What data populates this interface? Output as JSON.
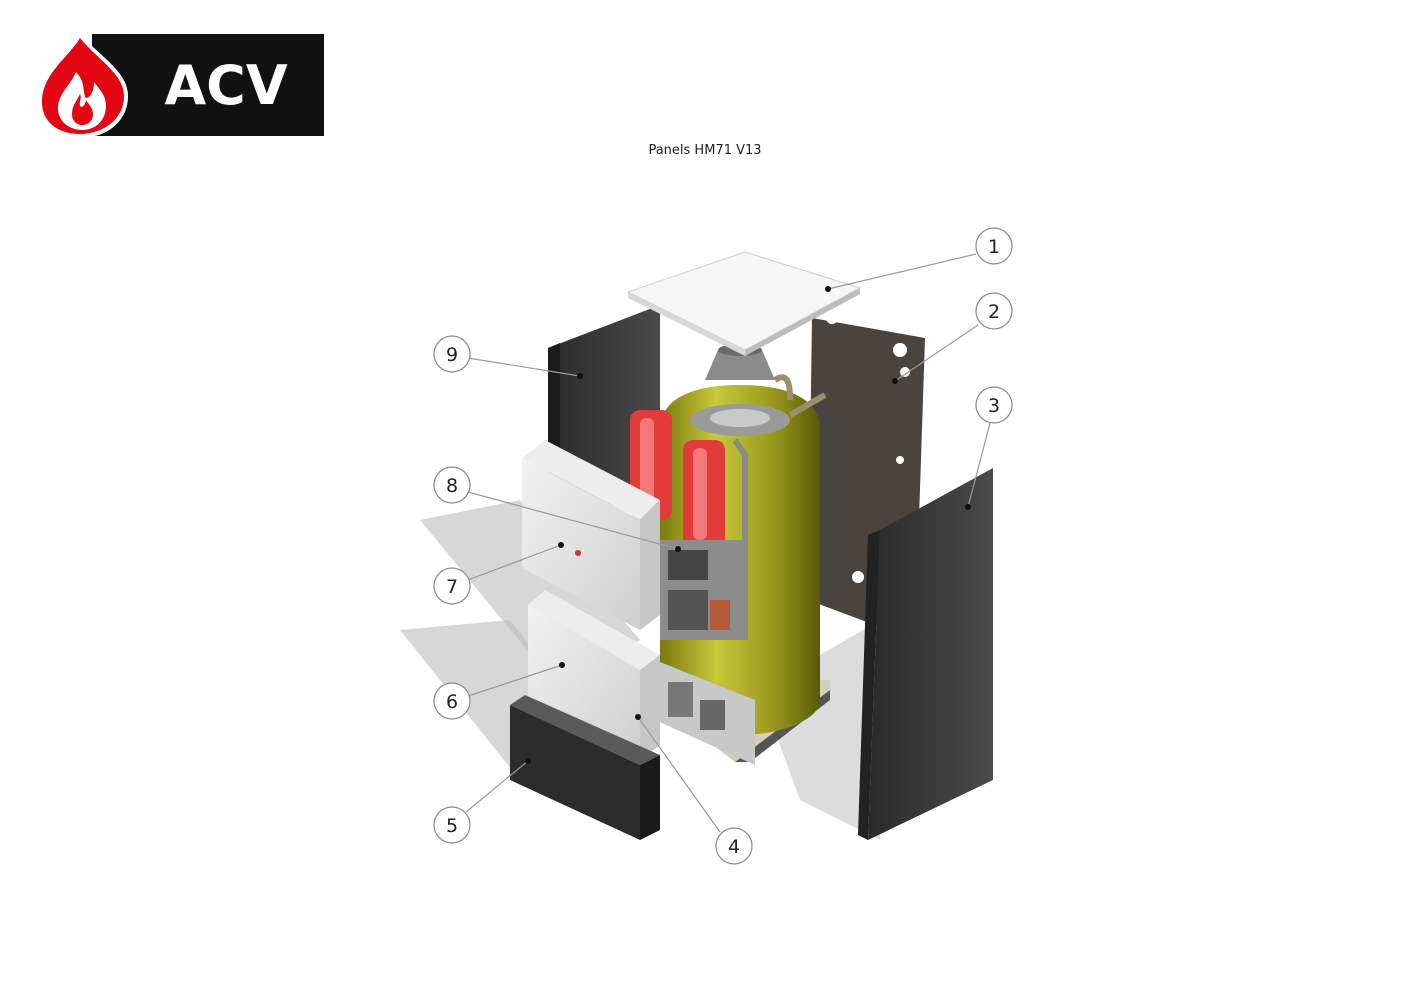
{
  "logo": {
    "text": "ACV",
    "brand_red": "#e30613",
    "brand_black": "#111111"
  },
  "title": "Panels HM71 V13",
  "callouts": [
    {
      "number": "1"
    },
    {
      "number": "2"
    },
    {
      "number": "3"
    },
    {
      "number": "4"
    },
    {
      "number": "5"
    },
    {
      "number": "6"
    },
    {
      "number": "7"
    },
    {
      "number": "8"
    },
    {
      "number": "9"
    }
  ]
}
